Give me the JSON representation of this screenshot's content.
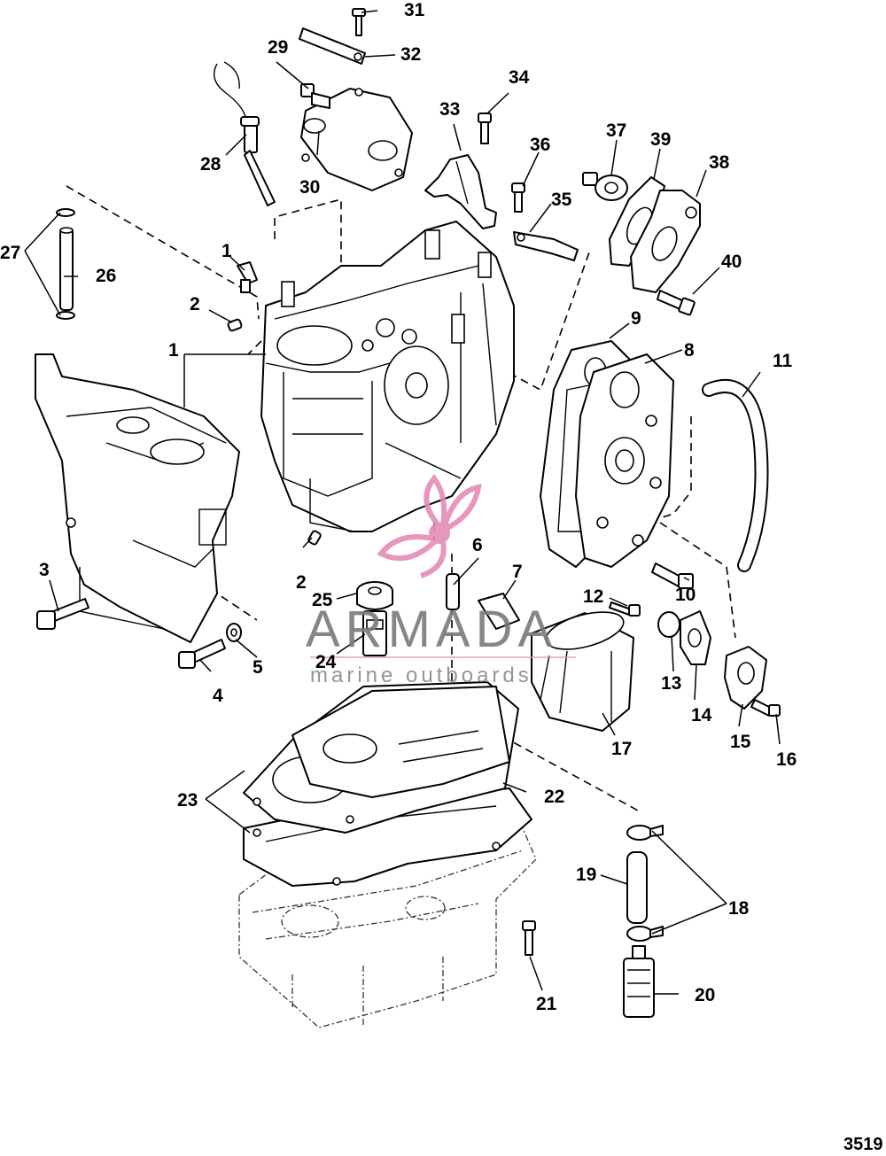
{
  "figure_number": "3519",
  "watermark": {
    "brand": "ARMADA",
    "tagline": "marine outboards",
    "accent_color": "#e58bb6"
  },
  "callouts": {
    "c1": "1",
    "c2": "2",
    "c3": "3",
    "c4": "4",
    "c5": "5",
    "c6": "6",
    "c7": "7",
    "c8": "8",
    "c9": "9",
    "c10": "10",
    "c11": "11",
    "c12": "12",
    "c13": "13",
    "c14": "14",
    "c15": "15",
    "c16": "16",
    "c17": "17",
    "c18": "18",
    "c19": "19",
    "c20": "20",
    "c21": "21",
    "c22": "22",
    "c23": "23",
    "c24": "24",
    "c25": "25",
    "c26": "26",
    "c27": "27",
    "c28": "28",
    "c29": "29",
    "c30": "30",
    "c31": "31",
    "c32": "32",
    "c33": "33",
    "c34": "34",
    "c35": "35",
    "c36": "36",
    "c37": "37",
    "c38": "38",
    "c39": "39",
    "c40": "40"
  }
}
